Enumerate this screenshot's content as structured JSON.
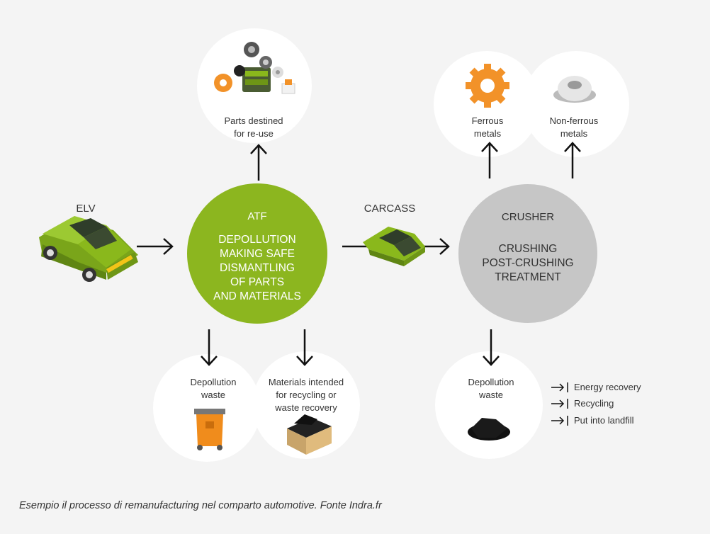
{
  "labels": {
    "elv": "ELV",
    "carcass": "CARCASS",
    "parts_reuse": [
      "Parts destined",
      "for re-use"
    ],
    "ferrous": [
      "Ferrous",
      "metals"
    ],
    "non_ferrous": [
      "Non-ferrous",
      "metals"
    ],
    "depollution_waste_left": [
      "Depollution",
      "waste"
    ],
    "materials_recycling": [
      "Materials intended",
      "for recycling or",
      "waste recovery"
    ],
    "depollution_waste_right": [
      "Depollution",
      "waste"
    ]
  },
  "atf": {
    "title": "ATF",
    "lines": [
      "DEPOLLUTION",
      "MAKING SAFE",
      "DISMANTLING",
      "OF PARTS",
      "AND MATERIALS"
    ]
  },
  "crusher": {
    "title": "CRUSHER",
    "lines": [
      "CRUSHING",
      "POST-CRUSHING",
      "TREATMENT"
    ]
  },
  "legend": [
    "Energy recovery",
    "Recycling",
    "Put into landfill"
  ],
  "caption": "Esempio il processo di remanufacturing nel comparto automotive. Fonte Indra.fr",
  "colors": {
    "atf": "#8cb61f",
    "crusher": "#c6c6c6",
    "car": "#8ab81c",
    "bin": "#f08c1c",
    "gear": "#f29229"
  }
}
